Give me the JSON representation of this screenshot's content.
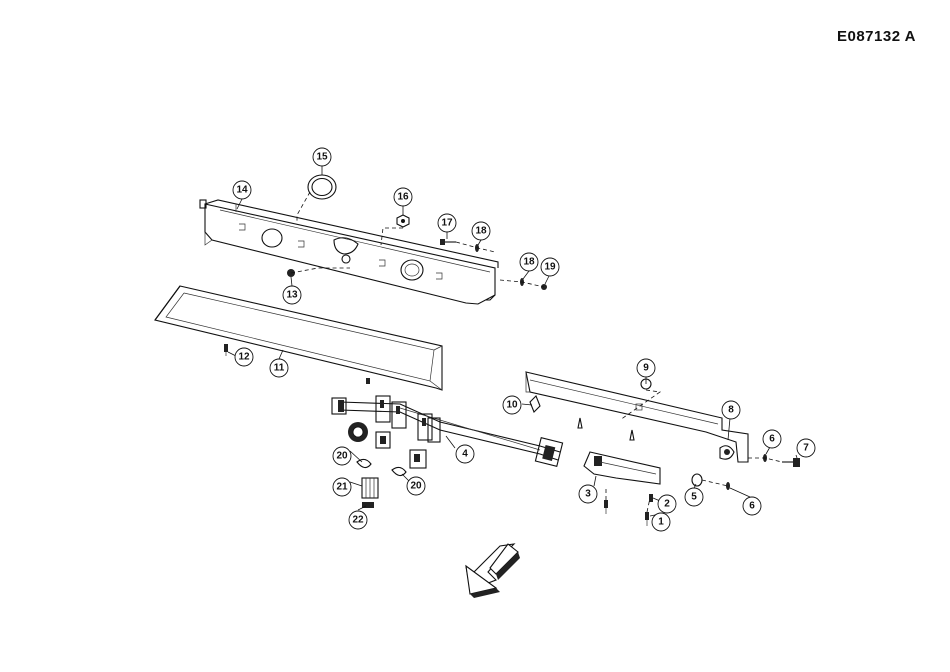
{
  "drawing_code": "E087132  A",
  "callouts": [
    {
      "id": "c1",
      "label": "1"
    },
    {
      "id": "c2",
      "label": "2"
    },
    {
      "id": "c3",
      "label": "3"
    },
    {
      "id": "c4",
      "label": "4"
    },
    {
      "id": "c5",
      "label": "5"
    },
    {
      "id": "c6a",
      "label": "6"
    },
    {
      "id": "c6b",
      "label": "6"
    },
    {
      "id": "c7",
      "label": "7"
    },
    {
      "id": "c8",
      "label": "8"
    },
    {
      "id": "c9",
      "label": "9"
    },
    {
      "id": "c10",
      "label": "10"
    },
    {
      "id": "c11",
      "label": "11"
    },
    {
      "id": "c12",
      "label": "12"
    },
    {
      "id": "c13",
      "label": "13"
    },
    {
      "id": "c14",
      "label": "14"
    },
    {
      "id": "c15",
      "label": "15"
    },
    {
      "id": "c16",
      "label": "16"
    },
    {
      "id": "c17",
      "label": "17"
    },
    {
      "id": "c18a",
      "label": "18"
    },
    {
      "id": "c18b",
      "label": "18"
    },
    {
      "id": "c19",
      "label": "19"
    },
    {
      "id": "c20a",
      "label": "20"
    },
    {
      "id": "c20b",
      "label": "20"
    },
    {
      "id": "c21",
      "label": "21"
    },
    {
      "id": "c22",
      "label": "22"
    }
  ]
}
